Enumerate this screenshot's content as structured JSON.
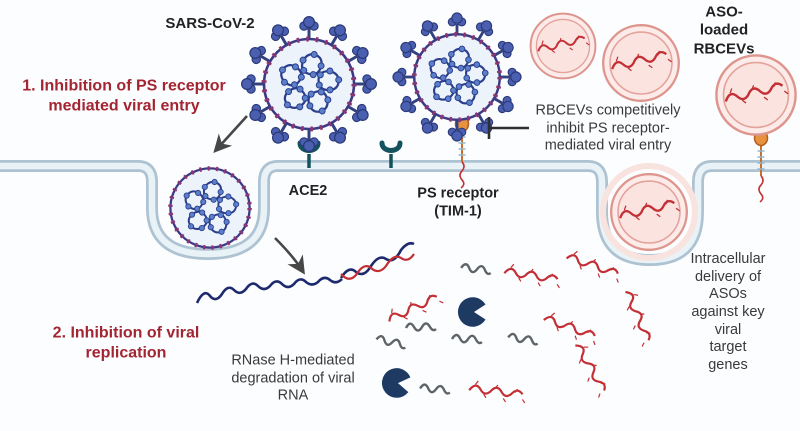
{
  "title": "Inhibition of SARS-CoV-2 by ASO-loaded RBCEVs",
  "labels": {
    "virus_name": "SARS-CoV-2",
    "aso_rbcevs": "ASO-loaded\nRBCEVs",
    "step1": "1. Inhibition of PS receptor\nmediated viral entry",
    "step2": "2. Inhibition of viral\nreplication",
    "ace2": "ACE2",
    "ps_receptor": "PS receptor\n(TIM-1)",
    "rbcev_inhibition": "RBCEVs competitively\ninhibit PS receptor-\nmediated viral entry",
    "rnase": "RNase H-mediated\ndegradation of viral\nRNA",
    "intracellular": "Intracellular\ndelivery of ASOs\nagainst key viral\ntarget genes"
  },
  "icons": [
    "sars-cov-2-virion-icon",
    "endocytosed-virion-icon",
    "aso-loaded-rbcev-icon",
    "ace2-receptor-icon",
    "ps-receptor-icon",
    "cell-membrane",
    "inhibition-bar-icon",
    "curved-arrow-icon",
    "viral-rna-strand-icon",
    "aso-strand-icon",
    "rna-fragment-icon",
    "rnase-h-enzyme-icon"
  ],
  "colors": {
    "background": "#fcfdff",
    "heading_red": "#a32531",
    "text_dark": "#2e2e2e",
    "spike_blue": "#4a5fb0",
    "envelope_navy": "#3d3a85",
    "stud_magenta": "#8e3570",
    "genome_navy": "#2b3f8e",
    "membrane_blue": "#aec3d2",
    "membrane_fill": "#e9f2f7",
    "vesicle_pink": "#fcebe9",
    "vesicle_border": "#dd958d",
    "aso_red": "#c22f35",
    "receptor_teal": "#14525e",
    "receptor_orange": "#e8913f",
    "enzyme_navy": "#1e3a63",
    "fragment_gray": "#5f6468",
    "arrow_gray": "#474747"
  }
}
